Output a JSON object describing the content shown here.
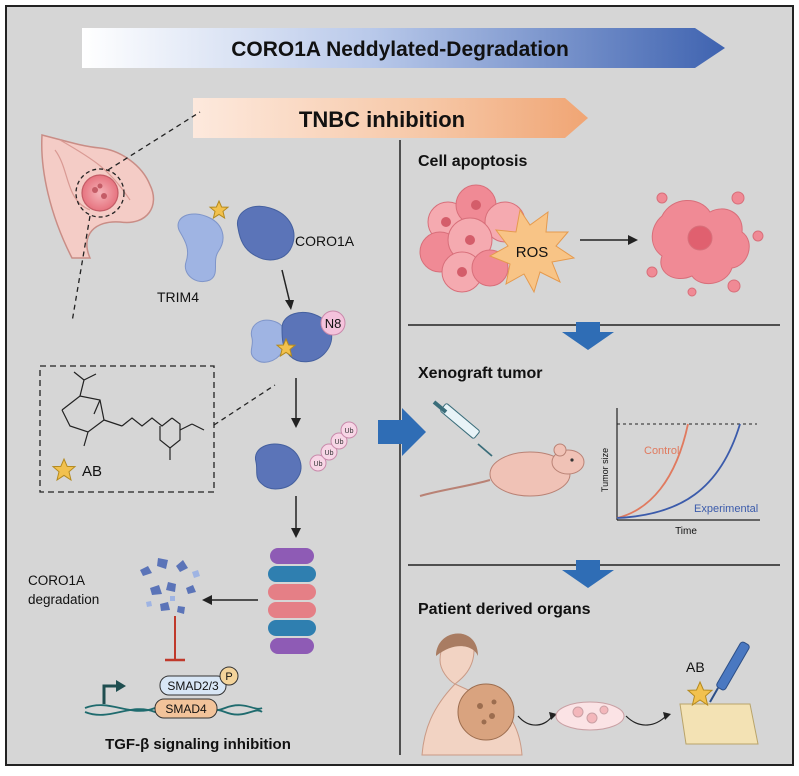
{
  "title_banner": "CORO1A Neddylated-Degradation",
  "subtitle_banner": "TNBC inhibition",
  "mechanism": {
    "coro1a_label": "CORO1A",
    "trim4_label": "TRIM4",
    "n8_label": "N8",
    "ub_labels": [
      "Ub",
      "Ub",
      "Ub",
      "Ub"
    ],
    "ab_label": "AB",
    "degradation_label_line1": "CORO1A",
    "degradation_label_line2": "degradation",
    "p_label": "P",
    "smad23_label": "SMAD2/3",
    "smad4_label": "SMAD4",
    "tgf_label": "TGF-β signaling inhibition"
  },
  "right_panel": {
    "apoptosis_title": "Cell apoptosis",
    "ros_label": "ROS",
    "xenograft_title": "Xenograft tumor",
    "mini_chart": {
      "ylabel": "Tumor size",
      "xlabel": "Time",
      "series": [
        {
          "name": "Control",
          "color": "#e07a5f"
        },
        {
          "name": "Experimental",
          "color": "#3b5bab"
        }
      ]
    },
    "organs_title": "Patient derived organs",
    "ab_label": "AB"
  },
  "colors": {
    "background": "#d6d6d6",
    "protein_blue": "#5b74b8",
    "protein_light": "#9fb4e3",
    "arrow_blue": "#2f6db5",
    "star_yellow": "#f2c14e",
    "tumor_pink": "#f08a95"
  }
}
